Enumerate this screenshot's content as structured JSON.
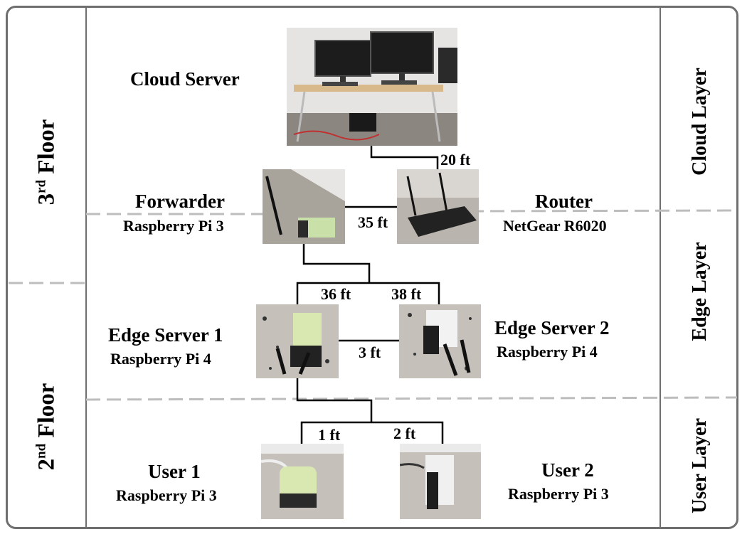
{
  "floors": {
    "third": {
      "number": "3",
      "suffix": "rd",
      "label": "Floor"
    },
    "second": {
      "number": "2",
      "suffix": "nd",
      "label": "Floor"
    }
  },
  "layers": {
    "cloud": "Cloud Layer",
    "edge": "Edge Layer",
    "user": "User Layer"
  },
  "nodes": {
    "cloud_server": {
      "title": "Cloud Server"
    },
    "forwarder": {
      "title": "Forwarder",
      "subtitle": "Raspberry Pi 3"
    },
    "router": {
      "title": "Router",
      "subtitle": "NetGear R6020"
    },
    "edge_server_1": {
      "title": "Edge Server 1",
      "subtitle": "Raspberry Pi 4"
    },
    "edge_server_2": {
      "title": "Edge Server 2",
      "subtitle": "Raspberry Pi 4"
    },
    "user_1": {
      "title": "User 1",
      "subtitle": "Raspberry Pi 3"
    },
    "user_2": {
      "title": "User 2",
      "subtitle": "Raspberry Pi 3"
    }
  },
  "distances": {
    "cloud_router": "20 ft",
    "forwarder_router": "35 ft",
    "forwarder_edge1": "36 ft",
    "forwarder_edge2": "38 ft",
    "edge1_edge2": "3 ft",
    "edge1_user1": "1 ft",
    "edge1_user2": "2 ft"
  },
  "colors": {
    "frame": "#6f6f6f",
    "divider": "#bdbdbd",
    "line": "#000000"
  }
}
